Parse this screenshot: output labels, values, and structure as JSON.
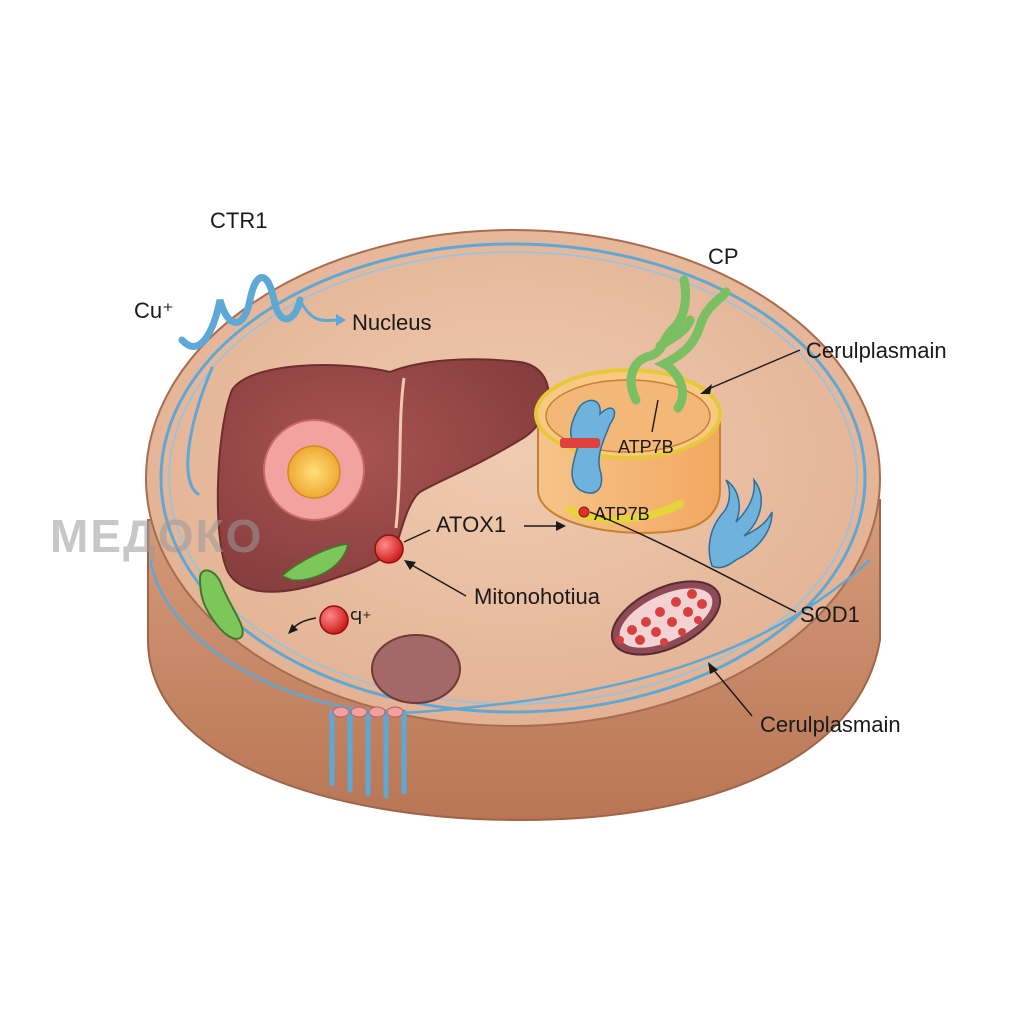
{
  "labels": {
    "ctr1": "CTR1",
    "cu_plus": "Cu⁺",
    "nucleus": "Nucleus",
    "cp": "CP",
    "cerulplasmain_top": "Cerulplasmain",
    "atp7b_upper": "ATP7B",
    "atp7b_lower": "ATP7B",
    "atox1": "ATOX1",
    "mitonohotiua": "Mitonohotiua",
    "ion_label": "Ϥ⁺",
    "sod1": "SOD1",
    "cerulplasmain_bottom": "Cerulplasmain"
  },
  "watermark": "МЕДОКО",
  "colors": {
    "cell_fill": "#e8bca0",
    "cell_rim": "#c98f6e",
    "membrane_blue": "#5ea8d6",
    "liver": "#9a4a48",
    "nucleus_ring": "#f2a0a0",
    "nucleus_core": "#f5b63c",
    "golgi_orange": "#f7b870",
    "green_vesicle": "#7dc65a",
    "cu_ion": "#e23030",
    "mitochondrion": "#8e4a55"
  }
}
